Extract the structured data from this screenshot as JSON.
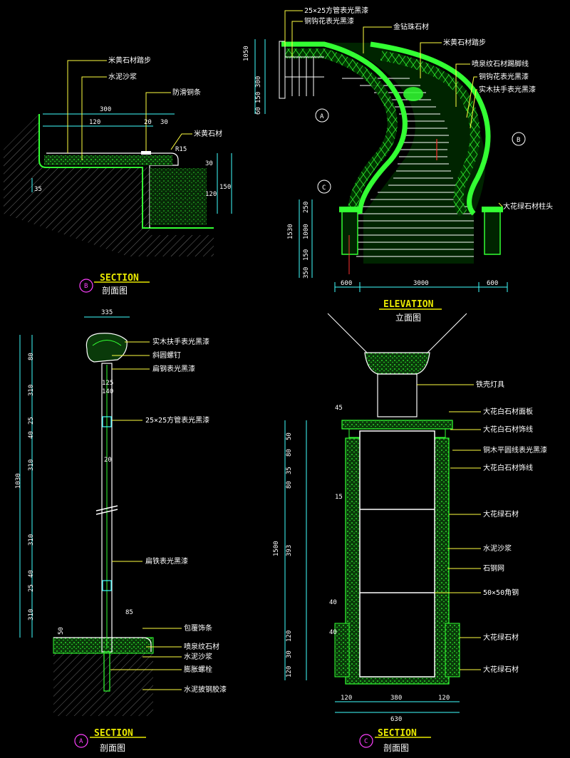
{
  "colors": {
    "line_green": "#33ff33",
    "line_white": "#ffffff",
    "dim_cyan": "#40ffff",
    "leader_yellow": "#ffff40",
    "title_yellow": "#e8e800",
    "marker_magenta": "#ff40ff",
    "background": "#000000"
  },
  "view_b": {
    "marker": "B",
    "title": "SECTION",
    "subtitle": "剖面图",
    "labels": [
      "米黄石材踏步",
      "水泥沙浆",
      "防滑铜条",
      "米黄石材"
    ],
    "dims": {
      "w300": "300",
      "w120": "120",
      "w20": "20",
      "w30": "30",
      "r": "R15",
      "d30": "30",
      "d120": "120",
      "d150": "150",
      "d35": "35"
    }
  },
  "elevation": {
    "title": "ELEVATION",
    "subtitle": "立面图",
    "labels_top": [
      "25×25方管表光黑漆",
      "铜钩花表光黑漆",
      "金钻珠石材",
      "米黄石材踏步",
      "喷泉纹石材踢脚线",
      "铜钩花表光黑漆",
      "实木扶手表光黑漆"
    ],
    "label_post": "大花绿石材柱头",
    "dims": {
      "d1050": "1050",
      "d300": "300",
      "d150": "150",
      "d60": "60",
      "d250": "250",
      "d1500": "1530",
      "d1000": "1000",
      "d150b": "150",
      "d350": "350",
      "w600a": "600",
      "w3000": "3000",
      "w600b": "600"
    },
    "markers": {
      "a": "A",
      "b": "B",
      "c": "C"
    }
  },
  "view_a": {
    "marker": "A",
    "title": "SECTION",
    "subtitle": "剖面图",
    "labels": [
      "实木扶手表光黑漆",
      "斜圆螺钉",
      "扁钢表光黑漆",
      "25×25方管表光黑漆",
      "扁铁表光黑漆",
      "包覆饰条",
      "喷泉纹石材",
      "水泥沙浆",
      "膨胀螺栓",
      "水泥披钢胶漆"
    ],
    "dims": {
      "w335": "335",
      "h80": "80",
      "h310a": "310",
      "h25a": "25",
      "h40a": "40",
      "h310b": "310",
      "htotal": "1030",
      "h310c": "310",
      "h40b": "40",
      "h25b": "25",
      "h310d": "310",
      "h50": "50",
      "w125": "125",
      "w140": "140",
      "i20": "20",
      "w85": "85"
    }
  },
  "view_c": {
    "marker": "C",
    "title": "SECTION",
    "subtitle": "剖面图",
    "labels": [
      "铁壳灯具",
      "大花白石材面板",
      "大花白石材饰线",
      "铜木平圆线表光黑漆",
      "大花白石材饰线",
      "大花绿石材",
      "水泥沙浆",
      "石钢网",
      "50×50角钢",
      "大花绿石材",
      "大花绿石材"
    ],
    "dims": {
      "h50": "50",
      "h80": "80",
      "h35": "35",
      "h80b": "80",
      "h1500": "1500",
      "h393": "393",
      "h120": "120",
      "h40": "40",
      "h40b": "40",
      "h30": "30",
      "h120b": "120",
      "w45": "45",
      "w15": "15",
      "w120a": "120",
      "w380": "380",
      "w120b": "120",
      "w630": "630"
    }
  }
}
